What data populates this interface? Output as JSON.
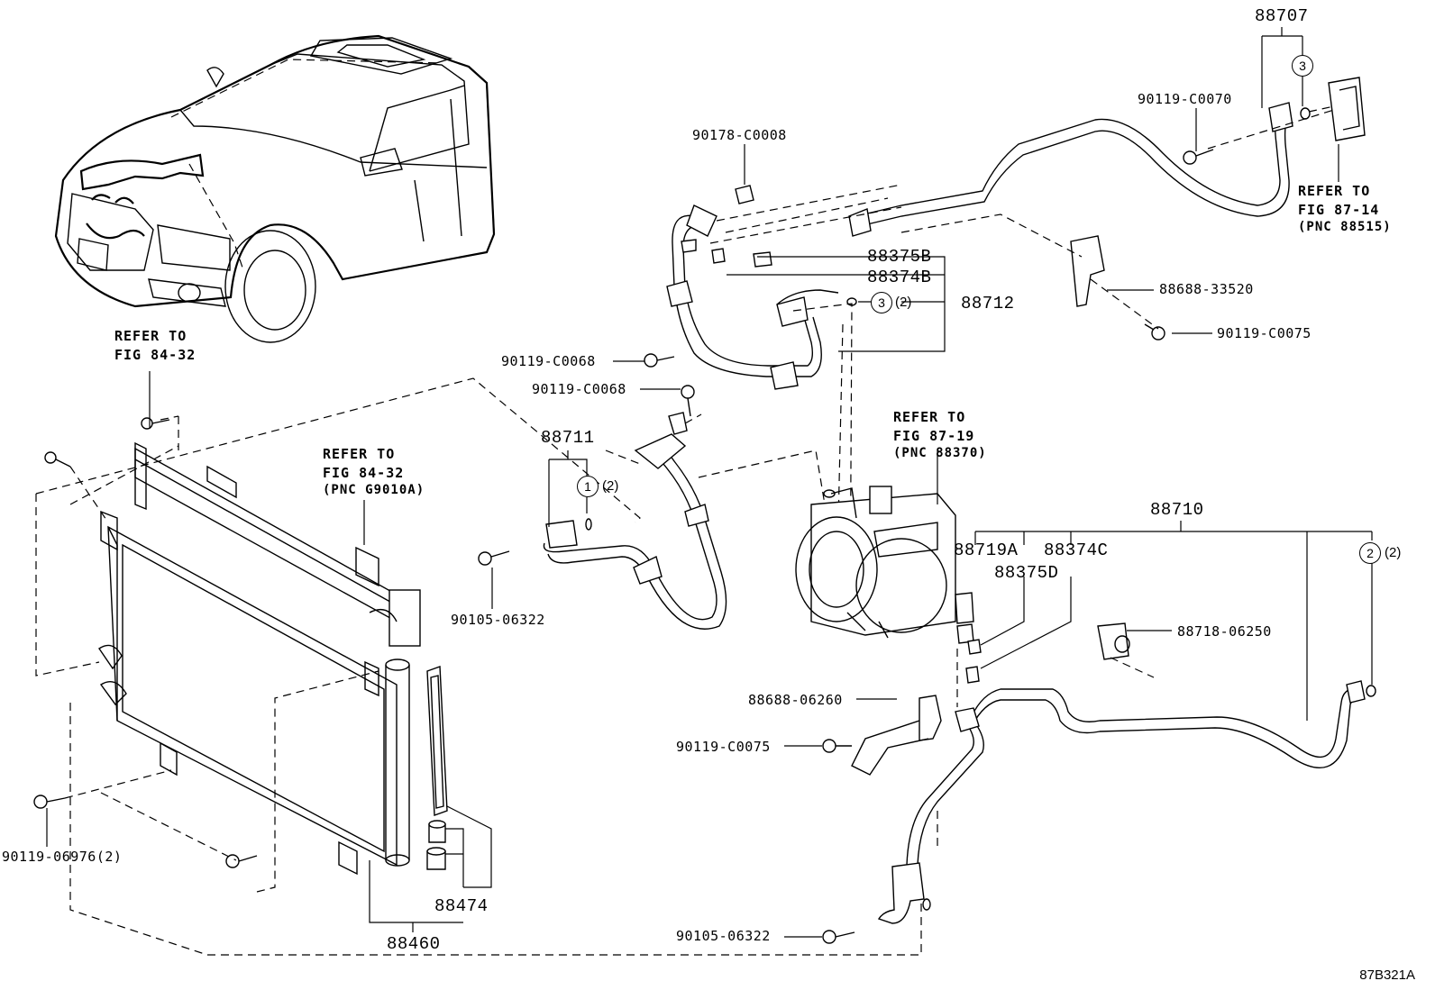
{
  "diagram_code": "87B321A",
  "part_numbers": {
    "p88707": "88707",
    "p90119_C0070": "90119-C0070",
    "p90178_C0008": "90178-C0008",
    "p88375B": "88375B",
    "p88374B": "88374B",
    "p88712": "88712",
    "p88688_33520": "88688-33520",
    "p90119_C0075_top": "90119-C0075",
    "p90119_C0068_a": "90119-C0068",
    "p90119_C0068_b": "90119-C0068",
    "p88711": "88711",
    "p90105_06322_a": "90105-06322",
    "p88710": "88710",
    "p88719A": "88719A",
    "p88374C": "88374C",
    "p88375D": "88375D",
    "p88718_06250": "88718-06250",
    "p88688_06260": "88688-06260",
    "p90119_C0075_bot": "90119-C0075",
    "p90105_06322_b": "90105-06322",
    "p90119_06976": "90119-06976(2)",
    "p88474": "88474",
    "p88460": "88460"
  },
  "references": {
    "fig_84_32_top": {
      "line1": "REFER TO",
      "line2": "FIG 84-32"
    },
    "fig_84_32_mid": {
      "line1": "REFER TO",
      "line2": "FIG 84-32",
      "line3": "(PNC G9010A)"
    },
    "fig_87_19": {
      "line1": "REFER TO",
      "line2": "FIG 87-19",
      "line3": "(PNC 88370)"
    },
    "fig_87_14": {
      "line1": "REFER TO",
      "line2": "FIG 87-14",
      "line3": "(PNC 88515)"
    }
  },
  "callouts": {
    "c1": {
      "num": "1",
      "qty": "(2)"
    },
    "c2": {
      "num": "2",
      "qty": "(2)"
    },
    "c3_top": {
      "num": "3"
    },
    "c3_mid": {
      "num": "3",
      "qty": "(2)"
    }
  }
}
